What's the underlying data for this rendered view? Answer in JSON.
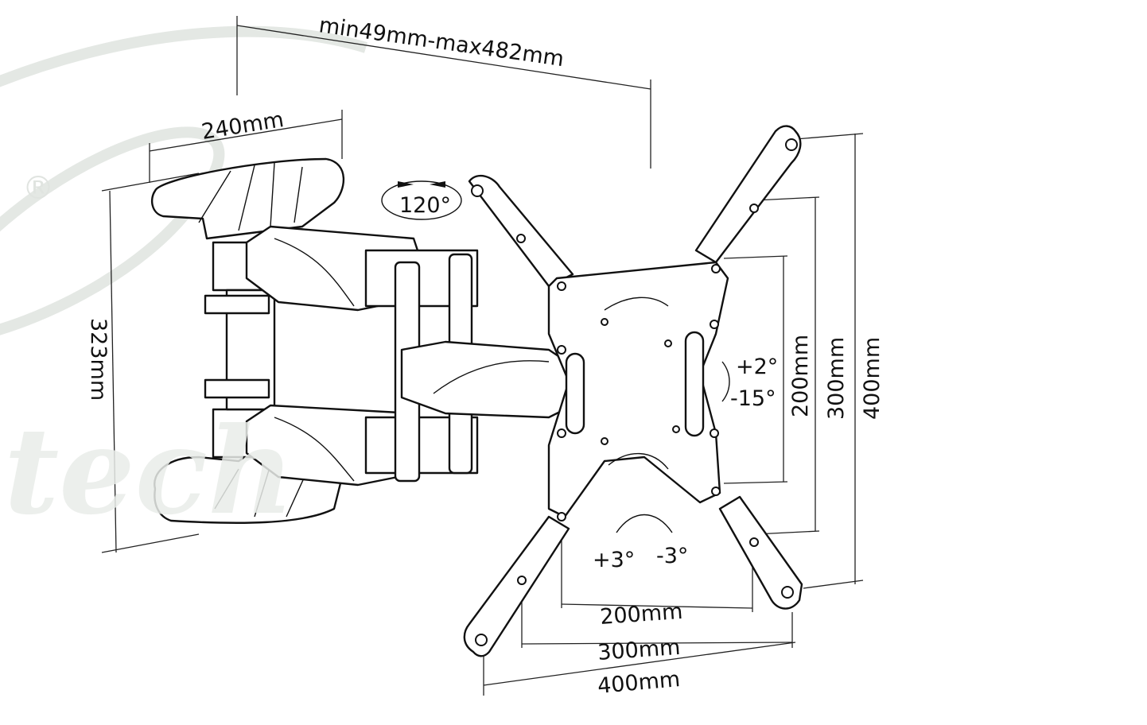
{
  "watermark": {
    "text": "tech",
    "registered_mark": "®"
  },
  "dimensions": {
    "arm_extension": "min49mm-max482mm",
    "wall_plate_depth": "240mm",
    "wall_plate_height": "323mm",
    "swivel": "120°",
    "tilt_up": "+2°",
    "tilt_down": "-15°",
    "rotate_plus": "+3°",
    "rotate_minus": "-3°",
    "vesa_v_200": "200mm",
    "vesa_v_300": "300mm",
    "vesa_v_400": "400mm",
    "vesa_h_200": "200mm",
    "vesa_h_300": "300mm",
    "vesa_h_400": "400mm"
  }
}
